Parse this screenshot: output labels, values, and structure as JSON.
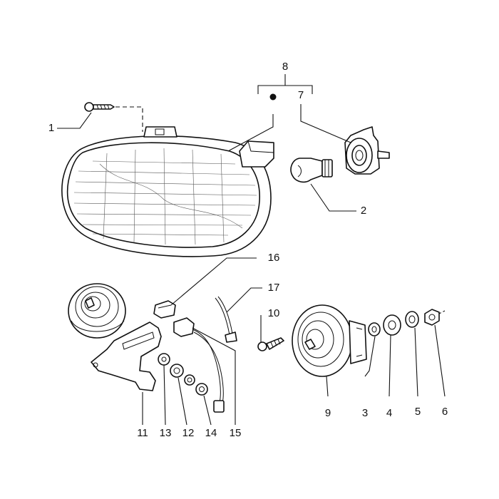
{
  "diagram": {
    "callouts": [
      {
        "id": "1",
        "text": "1"
      },
      {
        "id": "2",
        "text": "2"
      },
      {
        "id": "3",
        "text": "3"
      },
      {
        "id": "4",
        "text": "4"
      },
      {
        "id": "5",
        "text": "5"
      },
      {
        "id": "6",
        "text": "6"
      },
      {
        "id": "7",
        "text": "7"
      },
      {
        "id": "8",
        "text": "8"
      },
      {
        "id": "9",
        "text": "9"
      },
      {
        "id": "10",
        "text": "10"
      },
      {
        "id": "11",
        "text": "11"
      },
      {
        "id": "12",
        "text": "12"
      },
      {
        "id": "13",
        "text": "13"
      },
      {
        "id": "14",
        "text": "14"
      },
      {
        "id": "15",
        "text": "15"
      },
      {
        "id": "16",
        "text": "16"
      },
      {
        "id": "17",
        "text": "17"
      }
    ]
  }
}
